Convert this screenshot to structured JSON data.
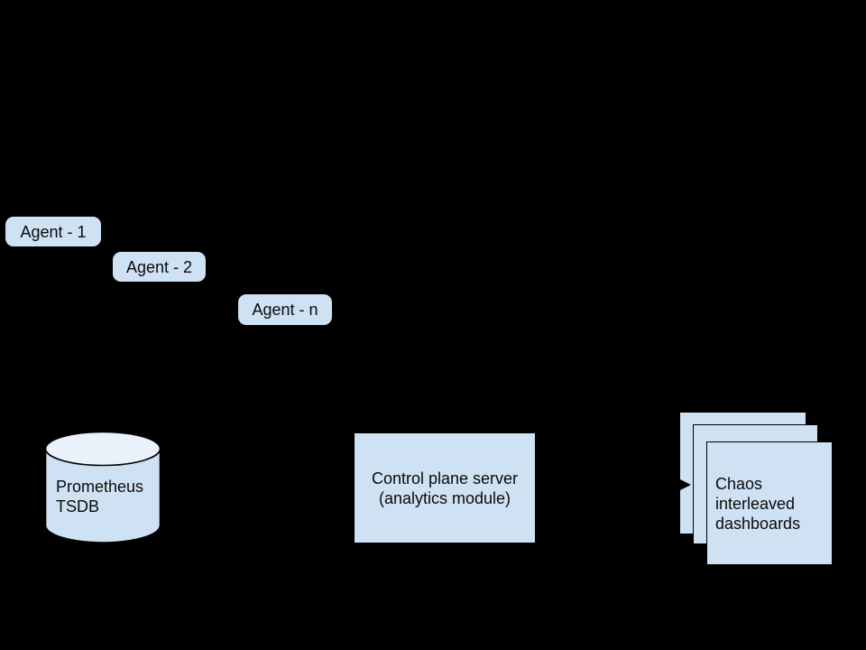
{
  "theme": {
    "background": "#000000",
    "shape_fill": "#cfe2f3",
    "cylinder_top_fill": "#e9f1fa",
    "outline_color": "#000000",
    "text_color": "#0a0a0a"
  },
  "agents": {
    "items": [
      {
        "label": "Agent - 1"
      },
      {
        "label": "Agent - 2"
      },
      {
        "label": "Agent - n"
      }
    ]
  },
  "prometheus": {
    "lines": [
      "Prometheus",
      "TSDB"
    ]
  },
  "control_plane": {
    "lines": [
      "Control plane server",
      "(analytics module)"
    ]
  },
  "dashboards": {
    "stack_count": 3,
    "lines": [
      "Chaos",
      "interleaved",
      "dashboards"
    ]
  }
}
